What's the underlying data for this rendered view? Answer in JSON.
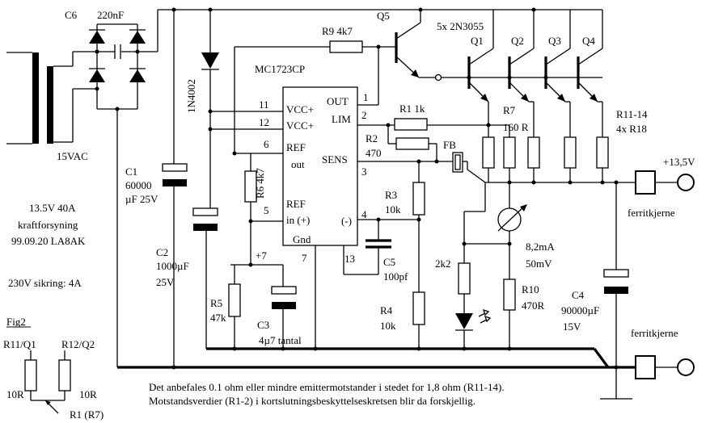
{
  "components": {
    "C6": "C6",
    "C6_value": "220nF",
    "Q5": "Q5",
    "R9": "R9  4k7",
    "transistors_note": "5x 2N3055",
    "Q1": "Q1",
    "Q2": "Q2",
    "Q3": "Q3",
    "Q4": "Q4",
    "D_1N4002": "1N4002",
    "IC": "MC1723CP",
    "R1": "R1 1k",
    "R2": "R2",
    "R2_value": "470",
    "R7": "R7",
    "R7_value": "160 R",
    "R11_14": "R11-14",
    "R11_14_value": "4x R18",
    "FB": "FB",
    "C1": "C1",
    "C1_value1": "60000",
    "C1_value2": "µF 25V",
    "R6": "R6  4k7",
    "R3": "R3",
    "R3_value": "10k",
    "C2": "C2",
    "C2_value1": "1000µF",
    "C2_value2": "25V",
    "C5": "C5",
    "C5_value": "100pf",
    "R5": "R5",
    "R5_value": "47k",
    "C3": "C3",
    "C3_value": "4µ7 tantal",
    "plus7": "+7",
    "R4": "R4",
    "R4_value": "10k",
    "R_2k2": "2k2",
    "meter1": "8,2mA",
    "meter2": "50mV",
    "R10": "R10",
    "R10_value": "470R",
    "C4": "C4",
    "C4_value1": "90000µF",
    "C4_value2": "15V"
  },
  "pins": {
    "p11": "11",
    "p12": "12",
    "p6": "6",
    "p5": "5",
    "p7": "7",
    "p1": "1",
    "p2": "2",
    "p3": "3",
    "p4": "4",
    "p13": "13",
    "vcc1": "VCC+",
    "vcc2": "VCC+",
    "ref_out1": "REF",
    "ref_out2": "out",
    "ref_in1": "REF",
    "ref_in2": "in (+)",
    "gnd": "Gnd",
    "out": "OUT",
    "lim": "LIM",
    "sens": "SENS",
    "minus": "(-)"
  },
  "labels": {
    "transformer": "15VAC",
    "desc1": "13.5V 40A",
    "desc2": "kraftforsyning",
    "desc3": "99.09.20 LA8AK",
    "fuse": "230V sikring: 4A",
    "output": "+13,5V",
    "ferrite_top": "ferritkjerne",
    "ferrite_bottom": "ferritkjerne",
    "note1": "Det anbefales 0.1 ohm eller mindre emittermotstander i stedet for 1,8 ohm (R11-14).",
    "note2": "Motstandsverdier (R1-2) i kortslutningsbeskyttelseskretsen blir da forskjellig."
  },
  "fig2": {
    "title": "Fig2",
    "r11": "R11/Q1",
    "r12": "R12/Q2",
    "left_value": "10R",
    "right_value": "10R",
    "r1": "R1 (R7)"
  }
}
